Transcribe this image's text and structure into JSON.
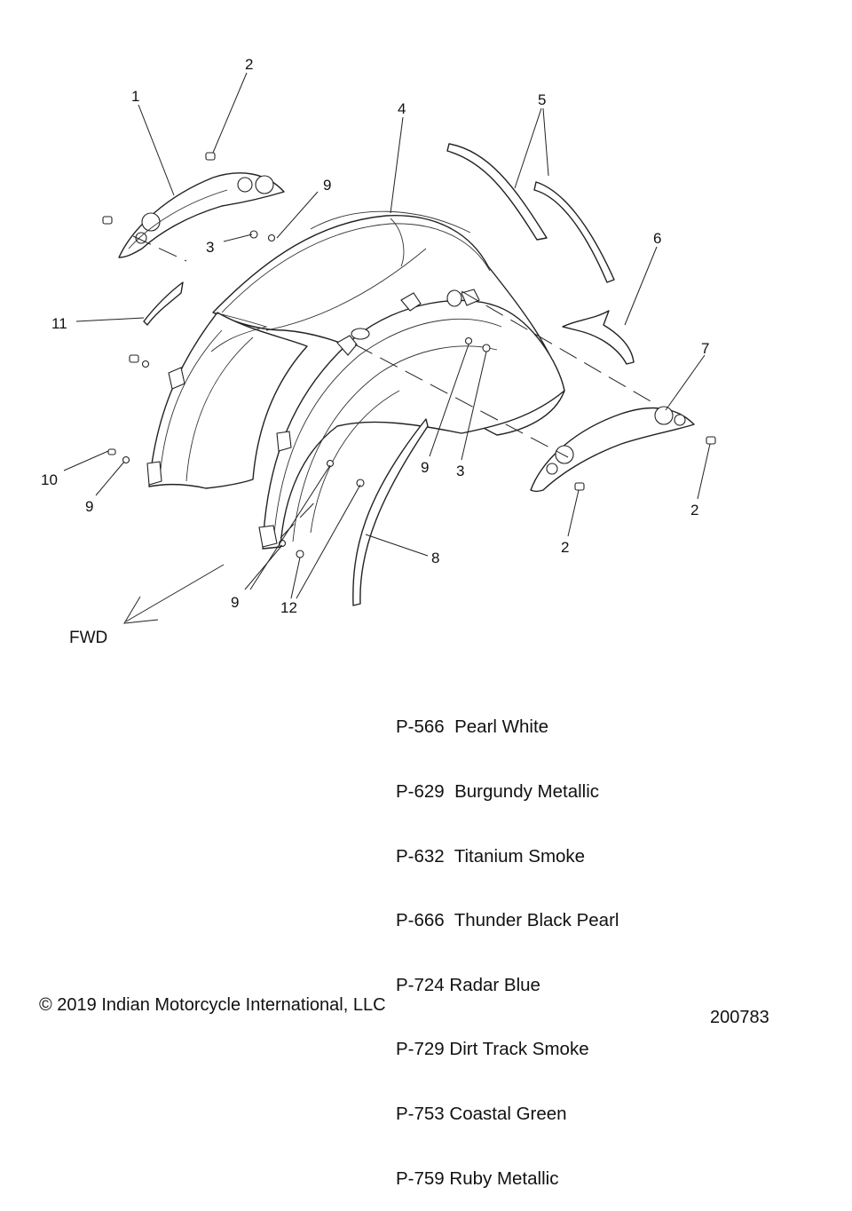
{
  "callouts": {
    "c1": "1",
    "c2a": "2",
    "c2b": "2",
    "c2c": "2",
    "c3a": "3",
    "c3b": "3",
    "c4": "4",
    "c5": "5",
    "c6": "6",
    "c7": "7",
    "c8": "8",
    "c9a": "9",
    "c9b": "9",
    "c9c": "9",
    "c9d": "9",
    "c10": "10",
    "c11": "11",
    "c12": "12",
    "fwd": "FWD"
  },
  "paint_codes": [
    "P-566  Pearl White",
    "P-629  Burgundy Metallic",
    "P-632  Titanium Smoke",
    "P-666  Thunder Black Pearl",
    "P-724 Radar Blue",
    "P-729 Dirt Track Smoke",
    "P-753 Coastal Green",
    "P-759 Ruby Metallic"
  ],
  "copyright": "© 2019 Indian Motorcycle International, LLC",
  "figure_number": "200783"
}
